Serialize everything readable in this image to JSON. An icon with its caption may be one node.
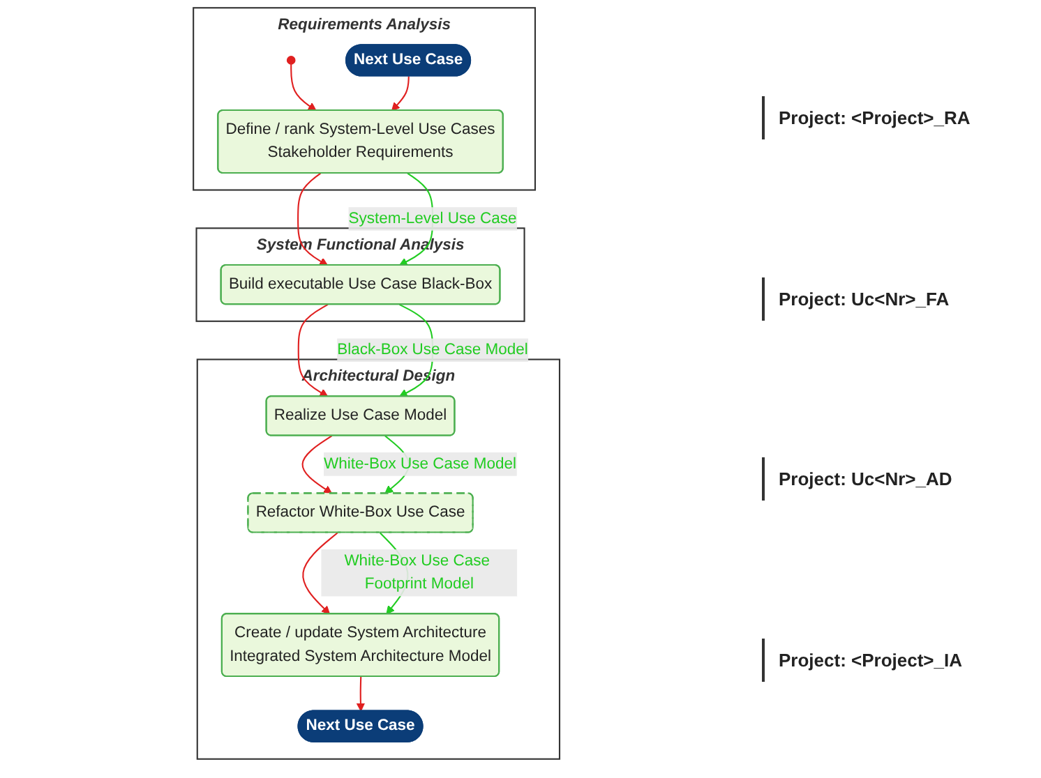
{
  "diagram": {
    "nodes": [
      {
        "text": [
          "Requirements Analysis"
        ]
      },
      {
        "text": [],
        "shape": "circle",
        "in": 0
      },
      {
        "text": [
          "Define / rank System-Level Use Cases",
          "Stakeholder Requirements"
        ],
        "in": 0
      },
      {
        "text": [
          "Next Use Case"
        ],
        "in": 0
      },
      {
        "text": [
          "System Functional Analysis"
        ]
      },
      {
        "text": [
          "Build executable Use Case Black-Box"
        ],
        "in": 4
      },
      {
        "text": [
          "Architectural Design"
        ]
      },
      {
        "text": [
          "Realize Use Case Model"
        ],
        "in": 6
      },
      {
        "text": [
          "Refactor White-Box Use Case"
        ],
        "in": 6
      },
      {
        "text": [
          "Create / update System Architecture",
          "Integrated System Architecture Model"
        ],
        "in": 6
      },
      {
        "text": [
          "Next Use Case"
        ],
        "in": 6
      }
    ],
    "edges": [
      {
        "from": 1,
        "to": 2,
        "arrow": "to"
      },
      {
        "from": 3,
        "to": 2,
        "arrow": "to"
      },
      {
        "from": 2,
        "to": 5,
        "arrow": "to"
      },
      {
        "from": 2,
        "to": 5,
        "arrow": "to",
        "label": "System-Level Use Case",
        "color": "#22cc22"
      },
      {
        "from": 5,
        "to": 7,
        "arrow": "to"
      },
      {
        "from": 5,
        "to": 7,
        "arrow": "to",
        "label": "Black-Box Use Case Model",
        "color": "#22cc22"
      },
      {
        "from": 7,
        "to": 8,
        "arrow": "to"
      },
      {
        "from": 7,
        "to": 8,
        "arrow": "to",
        "label": "White-Box Use Case Model",
        "color": "#22cc22"
      },
      {
        "from": 8,
        "to": 9,
        "arrow": "to"
      },
      {
        "from": 8,
        "to": 9,
        "arrow": "to",
        "label": "White-Box Use Case Footprint Model",
        "color": "#22cc22"
      },
      {
        "from": 9,
        "to": 10,
        "arrow": "to"
      }
    ],
    "labels": [
      "Project: <Project>_RA",
      "Project: Uc<Nr>_FA",
      "Project: Uc<Nr>_AD",
      "Project: <Project>_IA"
    ]
  }
}
